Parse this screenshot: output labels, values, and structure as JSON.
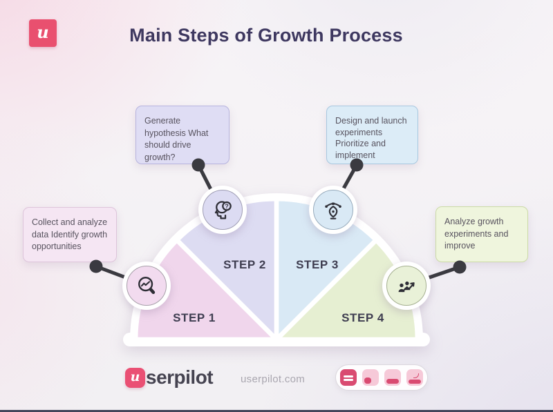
{
  "page": {
    "title": "Main Steps of Growth Process"
  },
  "brand": {
    "badge_letter": "u"
  },
  "steps": [
    {
      "label": "STEP 1",
      "note": "Collect and analyze data Identify growth opportunities",
      "color": "#f0d6ec",
      "icon": "magnifier-chart-icon"
    },
    {
      "label": "STEP 2",
      "note": "Generate hypothesis What should drive growth?",
      "color": "#dddcf2",
      "icon": "head-question-icon"
    },
    {
      "label": "STEP 3",
      "note": "Design and launch experiments Prioritize and implement",
      "color": "#d9e9f5",
      "icon": "pen-tool-icon"
    },
    {
      "label": "STEP 4",
      "note": "Analyze growth experiments and improve",
      "color": "#e6efd2",
      "icon": "people-growth-icon"
    }
  ],
  "glyphs": {
    "question_mark": "?"
  },
  "footer": {
    "logo_first_letter": "u",
    "logo_rest": "serpilot",
    "website": "userpilot.com",
    "feature_icons": [
      "modal-icon",
      "slideout-icon",
      "banner-icon",
      "tooltip-icon"
    ]
  },
  "colors": {
    "accent_pink": "#ea5074",
    "title_text": "#3e3860",
    "connector": "#3a3a40",
    "step1_fill": "#f0d6ec",
    "step2_fill": "#dddcf2",
    "step3_fill": "#d9e9f5",
    "step4_fill": "#e6efd2"
  }
}
